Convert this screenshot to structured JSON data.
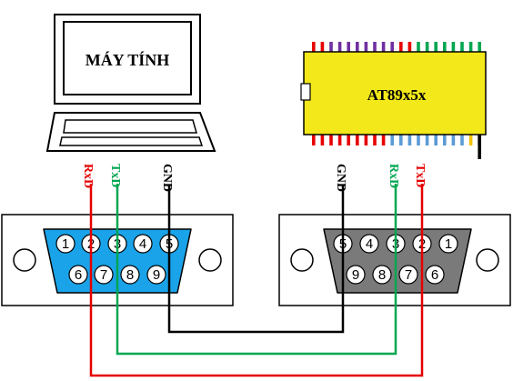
{
  "computer": {
    "screen_label": "MÁY TÍNH"
  },
  "mcu": {
    "chip_label": "AT89x5x"
  },
  "left_connector": {
    "signal_labels": {
      "rxd": "RxD",
      "txd": "TxD",
      "gnd": "GND"
    },
    "top_row_pins": [
      "1",
      "2",
      "3",
      "4",
      "5"
    ],
    "bottom_row_pins": [
      "6",
      "7",
      "8",
      "9"
    ]
  },
  "right_connector": {
    "signal_labels": {
      "gnd": "GND",
      "rxd": "RxD",
      "txd": "TxD"
    },
    "top_row_pins": [
      "5",
      "4",
      "3",
      "2",
      "1"
    ],
    "bottom_row_pins": [
      "9",
      "8",
      "7",
      "6"
    ]
  },
  "colors": {
    "rxd": "#e60000",
    "txd": "#00a651",
    "gnd": "#000000",
    "left_connector_fill": "#1aa3e8",
    "right_connector_fill": "#7a7a7a",
    "chip_fill": "#f2e81a"
  }
}
